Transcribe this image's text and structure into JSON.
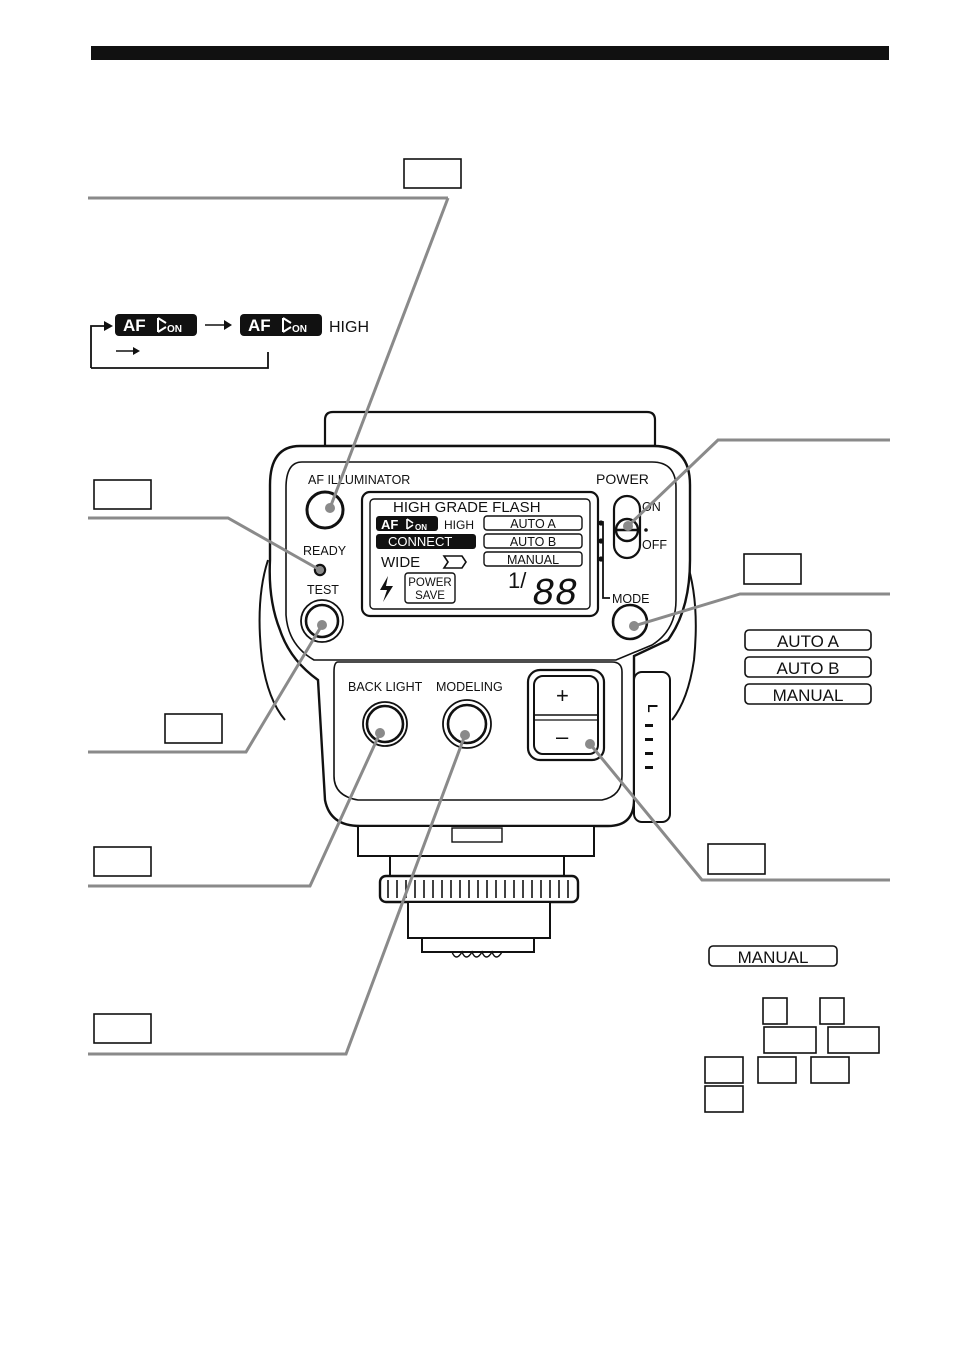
{
  "colors": {
    "ink": "#111111",
    "leader": "#8a8a8a",
    "panel": "#ffffff",
    "shade": "#e6e6e6"
  },
  "af_sequence": {
    "af_label": "AF",
    "on_sub": "ON",
    "high": "HIGH"
  },
  "flash_unit": {
    "af_illuminator": "AF ILLUMINATOR",
    "power": "POWER",
    "on": "ON",
    "off": "OFF",
    "ready": "READY",
    "test": "TEST",
    "mode": "MODE",
    "back_light": "BACK LIGHT",
    "modeling": "MODELING",
    "plus": "+",
    "minus": "–",
    "scale_marks": [
      "L",
      "I",
      "I",
      "I",
      "I"
    ]
  },
  "lcd": {
    "title": "HIGH GRADE FLASH",
    "af": "AF",
    "on_sub": "ON",
    "high": "HIGH",
    "connect": "CONNECT",
    "wide": "WIDE",
    "auto_a": "AUTO A",
    "auto_b": "AUTO B",
    "manual": "MANUAL",
    "power_save_1": "POWER",
    "power_save_2": "SAVE",
    "fraction": "1/",
    "digits": "88"
  },
  "mode_list": [
    "AUTO A",
    "AUTO B",
    "MANUAL"
  ],
  "manual_label": "MANUAL"
}
